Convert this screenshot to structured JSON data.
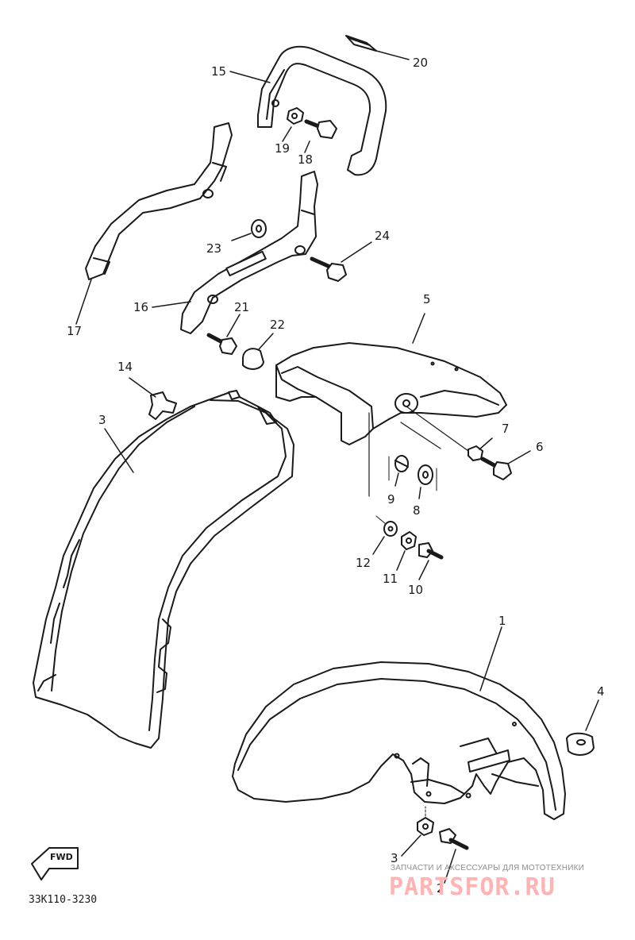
{
  "diagram": {
    "callouts": {
      "n1": "1",
      "n2": "2",
      "n3": "3",
      "n3b": "3",
      "n4": "4",
      "n5": "5",
      "n6": "6",
      "n7": "7",
      "n8": "8",
      "n9": "9",
      "n10": "10",
      "n11": "11",
      "n12": "12",
      "n14": "14",
      "n15": "15",
      "n16": "16",
      "n17": "17",
      "n18": "18",
      "n19": "19",
      "n20": "20",
      "n21": "21",
      "n22": "22",
      "n23": "23",
      "n24": "24"
    },
    "fwd_label": "FWD",
    "drawing_code": "33K110-3230"
  },
  "watermark": {
    "top_text": "ЗАПЧАСТИ И АКСЕССУАРЫ ДЛЯ МОТОТЕХНИКИ",
    "brand": "PARTSFOR.RU",
    "brand_color": "#ffb3b3"
  }
}
